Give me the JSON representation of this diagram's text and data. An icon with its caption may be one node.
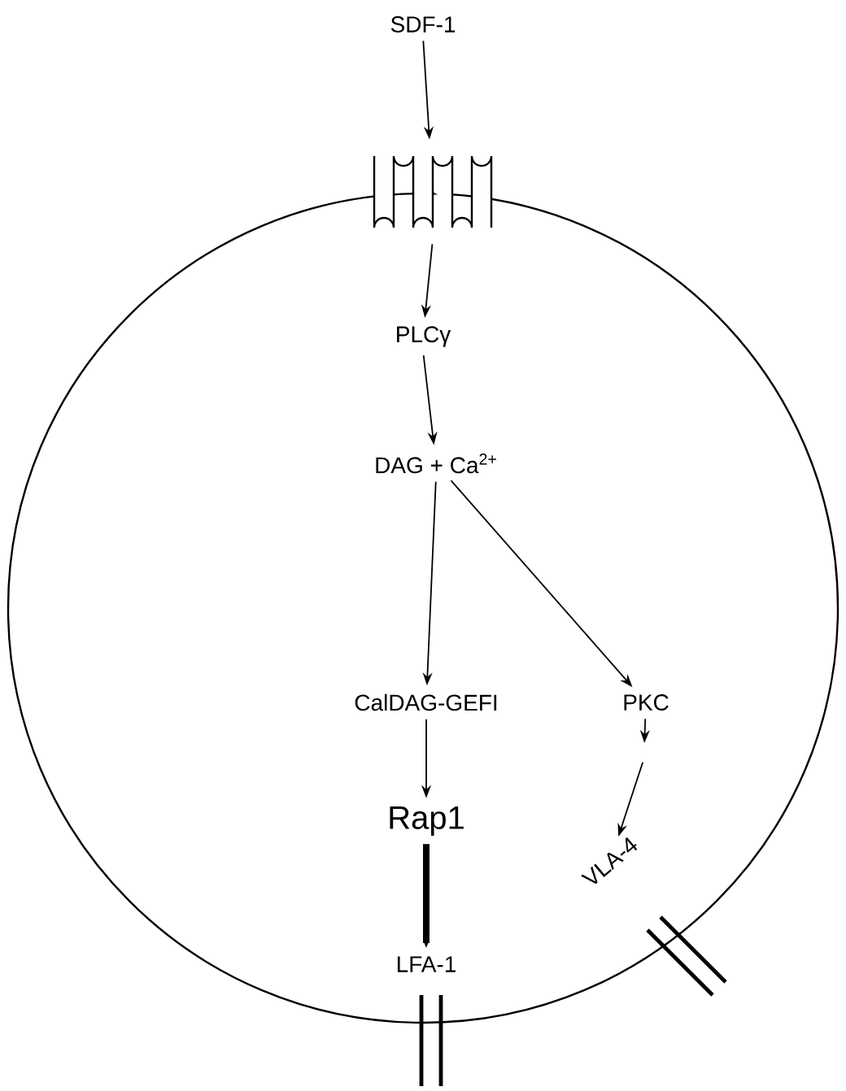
{
  "diagram": {
    "nodes": [
      {
        "text": [
          "SDF-1"
        ]
      },
      {
        "text": [],
        "shape": "coil"
      },
      {
        "text": [
          "PLCγ"
        ]
      },
      {
        "text": [
          "DAG + Ca$^{2+}$"
        ]
      },
      {
        "text": [
          "CalDAG-GEFI"
        ]
      },
      {
        "text": [
          "PKC"
        ]
      },
      {
        "text": [
          "Rap1"
        ]
      },
      {
        "text": [
          "LFA-1"
        ]
      },
      {
        "text": [
          "VLA-4"
        ]
      }
    ],
    "edges": [
      {
        "from": 0,
        "to": 1,
        "arrow": "to"
      },
      {
        "from": 1,
        "to": 2,
        "arrow": "to"
      },
      {
        "from": 2,
        "to": 3,
        "arrow": "to"
      },
      {
        "from": 3,
        "to": 4,
        "arrow": "to"
      },
      {
        "from": 3,
        "to": 5,
        "arrow": "to"
      },
      {
        "from": 4,
        "to": 6,
        "arrow": "to"
      },
      {
        "from": 6,
        "to": 7,
        "arrow": "to",
        "style": "thick"
      },
      {
        "from": 5,
        "to": null,
        "arrow": "to"
      },
      {
        "from": null,
        "to": 8,
        "arrow": "to"
      }
    ]
  }
}
